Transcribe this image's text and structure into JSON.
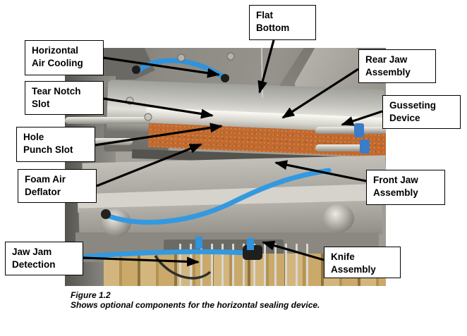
{
  "colors": {
    "label_background": "#ffffff",
    "label_border": "#000000",
    "arrow": "#000000",
    "foam_strip_orange": "#c06a30",
    "air_tube_blue": "#3399e0"
  },
  "caption": {
    "title": "Figure 1.2",
    "description": "Shows optional components for the horizontal sealing device."
  },
  "callouts": [
    {
      "name": "flat-bottom",
      "lines": [
        "Flat",
        "Bottom"
      ]
    },
    {
      "name": "horizontal-air-cooling",
      "lines": [
        "Horizontal",
        "Air Cooling"
      ]
    },
    {
      "name": "tear-notch-slot",
      "lines": [
        "Tear Notch",
        "Slot"
      ]
    },
    {
      "name": "hole-punch-slot",
      "lines": [
        "Hole",
        "Punch Slot"
      ]
    },
    {
      "name": "foam-air-deflator",
      "lines": [
        "Foam Air",
        "Deflator"
      ]
    },
    {
      "name": "jaw-jam-detection",
      "lines": [
        "Jaw Jam",
        "Detection"
      ]
    },
    {
      "name": "rear-jaw-assembly",
      "lines": [
        "Rear Jaw",
        "Assembly"
      ]
    },
    {
      "name": "gusseting-device",
      "lines": [
        "Gusseting",
        "Device"
      ]
    },
    {
      "name": "front-jaw-assembly",
      "lines": [
        "Front Jaw",
        "Assembly"
      ]
    },
    {
      "name": "knife-assembly",
      "lines": [
        "Knife",
        "Assembly"
      ]
    }
  ]
}
